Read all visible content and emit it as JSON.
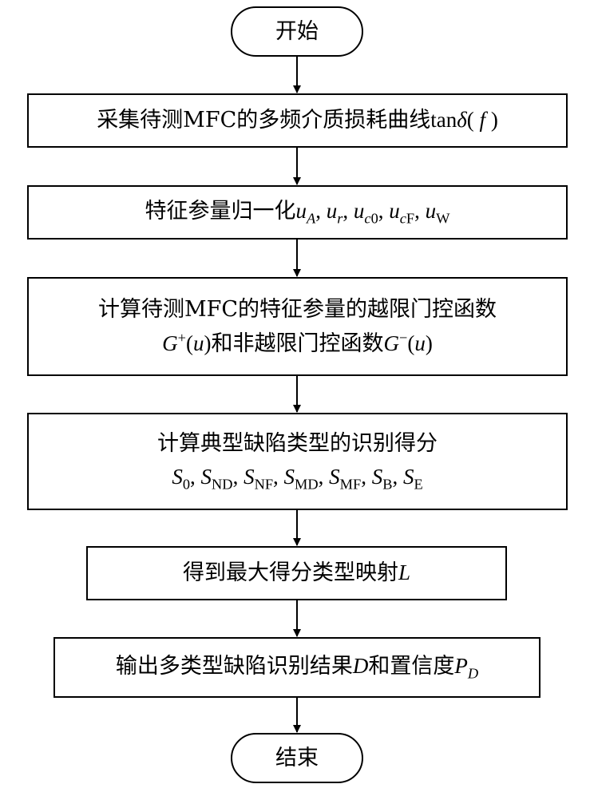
{
  "start": "开始",
  "step1": {
    "text": "采集待测MFC的多频介质损耗曲线",
    "formula": "tanδ( f )"
  },
  "step2": {
    "text": "特征参量归一化",
    "formula": "u_A, u_r, u_c0, u_cF, u_W"
  },
  "step3": {
    "line1": "计算待测MFC的特征参量的越限门控函数",
    "g_plus": "G⁺(u)",
    "mid": "和非越限门控函数",
    "g_minus": "G⁻(u)"
  },
  "step4": {
    "line1": "计算典型缺陷类型的识别得分",
    "scores": "S_0, S_ND, S_NF, S_MD, S_MF, S_B, S_E"
  },
  "step5": {
    "text": "得到最大得分类型映射",
    "symbol": "L"
  },
  "step6": {
    "text": "输出多类型缺陷识别结果",
    "result": "D",
    "mid": "和置信度",
    "confidence": "P_D"
  },
  "end": "结束"
}
